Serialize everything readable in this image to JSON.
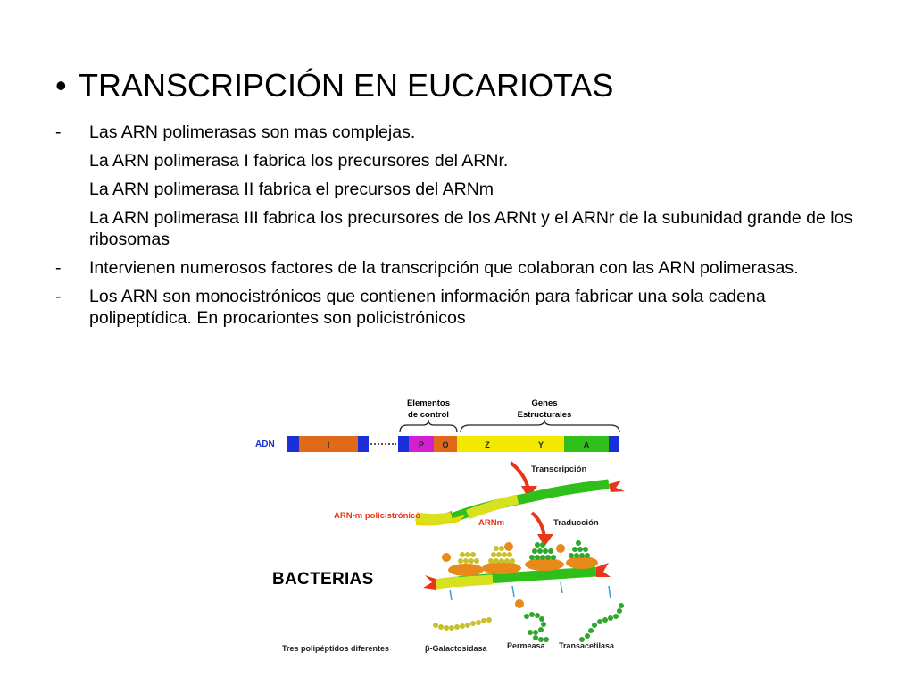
{
  "slide": {
    "bullet": "•",
    "title": "TRANSCRIPCIÓN EN EUCARIOTAS",
    "rows": [
      {
        "marker": "-",
        "text": "Las ARN polimerasas son mas complejas."
      },
      {
        "marker": "",
        "text": "La ARN polimerasa I fabrica los precursores  del ARNr."
      },
      {
        "marker": "",
        "text": "La ARN polimerasa II fabrica el precursos del ARNm"
      },
      {
        "marker": "",
        "text": "La ARN polimerasa III fabrica los precursores de los ARNt y el ARNr de la subunidad grande de los ribosomas"
      },
      {
        "marker": "-",
        "text": "Intervienen numerosos factores  de la transcripción que  colaboran con las ARN polimerasas."
      },
      {
        "marker": "-",
        "text": "Los ARN son monocistrónicos que contienen información para fabricar una sola cadena polipeptídica. En procariontes son policistrónicos"
      }
    ]
  },
  "diagram": {
    "label_control_1": "Elementos",
    "label_control_2": "de control",
    "label_genes_1": "Genes",
    "label_genes_2": "Estructurales",
    "label_adn": "ADN",
    "segment_i": "I",
    "segment_p": "P",
    "segment_o": "O",
    "segment_z": "Z",
    "segment_y": "Y",
    "segment_a": "A",
    "label_transcripcion": "Transcripción",
    "label_arnm_poli": "ARN-m policistrónico",
    "label_arnm": "ARNm",
    "label_traduccion": "Traducción",
    "label_bacterias": "BACTERIAS",
    "caption_tres": "Tres polipéptidos diferentes",
    "caption_galacto": "β-Galactosidasa",
    "caption_permeasa": "Permeasa",
    "caption_transacetilasa": "Transacetilasa",
    "colors": {
      "blue": "#1a2fd8",
      "orange_seg": "#e06a1a",
      "magenta": "#d21fd2",
      "yellow": "#f2e800",
      "green": "#2fbf1a",
      "red": "#e8361a",
      "ribosome": "#e88a1a",
      "bead_yellow": "#c8c02a",
      "bead_green": "#2ca82a"
    }
  }
}
